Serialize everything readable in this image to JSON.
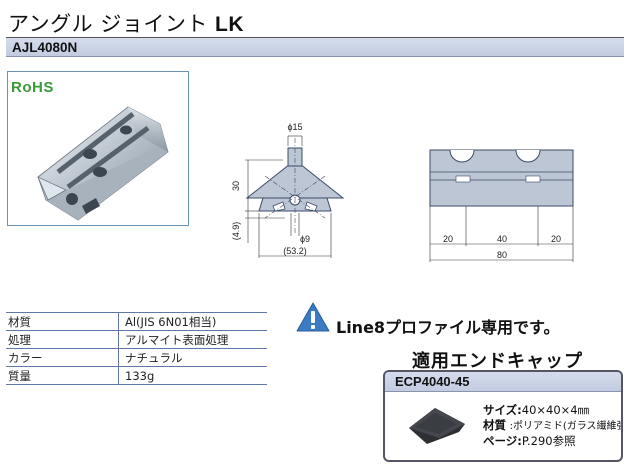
{
  "header": {
    "title_jp": "アングル ジョイント",
    "title_suffix": "LK",
    "model_code": "AJL4080N"
  },
  "badge": {
    "rohs": "RoHS"
  },
  "drawing": {
    "front": {
      "dia_top": "ϕ15",
      "height": "30",
      "lower": "(4.9)",
      "dia_bottom": "ϕ9",
      "width": "(53.2)"
    },
    "side": {
      "seg1": "20",
      "seg2": "40",
      "seg3": "20",
      "total": "80"
    }
  },
  "specs": [
    {
      "label": "材質",
      "value": "Al(JIS 6N01相当)"
    },
    {
      "label": "処理",
      "value": "アルマイト表面処理"
    },
    {
      "label": "カラー",
      "value": "ナチュラル"
    },
    {
      "label": "質量",
      "value": "133g"
    }
  ],
  "notice": {
    "icon": "warning-triangle-icon",
    "text": "Line8プロファイル専用です。"
  },
  "end_cap": {
    "heading": "適用エンドキャップ",
    "model": "ECP4040-45",
    "size_label": "サイズ:",
    "size_value": "40×40×4㎜",
    "material_label": "材質",
    "material_value": ":ポリアミド(ガラス繊維強化)",
    "page_label": "ページ:",
    "page_value": "P.290参照"
  },
  "colors": {
    "accent_bar": "#c7d0e4",
    "warning_blue": "#3a7cc4",
    "rohs_green": "#3a9a3a"
  }
}
